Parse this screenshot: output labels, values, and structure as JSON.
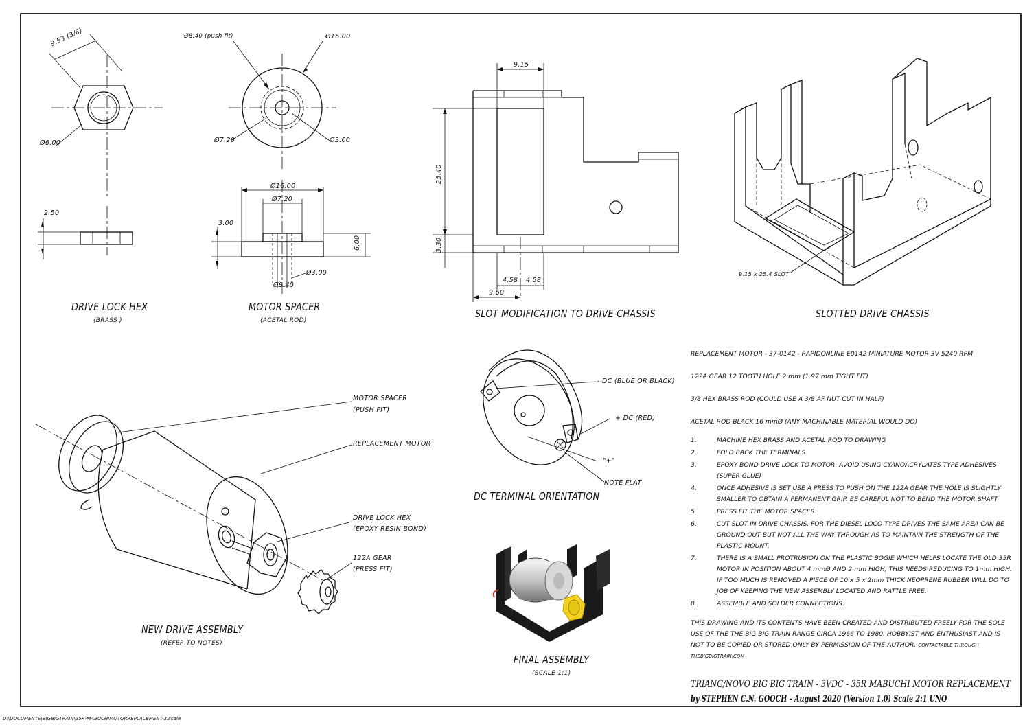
{
  "views": {
    "drive_lock_hex": {
      "title": "DRIVE LOCK HEX",
      "subtitle": "(BRASS )"
    },
    "motor_spacer": {
      "title": "MOTOR SPACER",
      "subtitle": "(ACETAL ROD)"
    },
    "slot_modification": {
      "title": "SLOT MODIFICATION TO DRIVE CHASSIS"
    },
    "slotted_chassis": {
      "title": "SLOTTED DRIVE CHASSIS",
      "slot_label": "9.15 x 25.4 SLOT"
    },
    "new_drive_assembly": {
      "title": "NEW DRIVE ASSEMBLY",
      "subtitle": "(REFER TO NOTES)"
    },
    "dc_terminal": {
      "title": "DC TERMINAL ORIENTATION"
    },
    "final_assembly": {
      "title": "FINAL ASSEMBLY",
      "subtitle": "(SCALE 1:1)"
    }
  },
  "dimensions": {
    "hex_af": "9.53 (3/8)",
    "hex_bore": "Ø6.00",
    "hex_thickness": "2.50",
    "spacer_push_fit": "Ø8.40 (push fit)",
    "spacer_od": "Ø16.00",
    "spacer_inner": "Ø7.20",
    "spacer_bore": "Ø3.00",
    "spacer_od_side": "Ø16.00",
    "spacer_inner_side": "Ø7.20",
    "spacer_step": "3.00",
    "spacer_length": "6.00",
    "spacer_bore_side": "Ø3.00",
    "spacer_fit_side": "Ø8.40",
    "slot_width": "9.15",
    "slot_height": "25.40",
    "slot_base": "3.30",
    "slot_half_a": "4.58",
    "slot_half_b": "4.58",
    "slot_offset": "9.60"
  },
  "callouts": {
    "motor_spacer": "MOTOR SPACER",
    "motor_spacer_fit": "(PUSH FIT)",
    "replacement_motor": "REPLACEMENT MOTOR",
    "drive_lock_hex": "DRIVE LOCK HEX",
    "drive_lock_bond": "(EPOXY RESIN BOND)",
    "gear": "122A GEAR",
    "gear_fit": "(PRESS FIT)",
    "dc_negative": "- DC (BLUE OR BLACK)",
    "dc_positive": "+ DC (RED)",
    "plus_mark": "\"+\"",
    "note_flat": "NOTE FLAT"
  },
  "specs": [
    "REPLACEMENT MOTOR - 37-0142 - RAPIDONLINE E0142 MINIATURE MOTOR 3V 5240 RPM",
    "122A GEAR 12 TOOTH HOLE 2 mm (1.97 mm TIGHT FIT)",
    "3/8 HEX BRASS ROD (COULD USE A 3/8 AF NUT CUT IN HALF)",
    "ACETAL ROD BLACK 16 mmØ (ANY MACHINABLE MATERIAL WOULD DO)"
  ],
  "steps": [
    {
      "num": "1.",
      "text": "MACHINE HEX BRASS AND ACETAL ROD TO DRAWING"
    },
    {
      "num": "2.",
      "text": "FOLD BACK THE TERMINALS"
    },
    {
      "num": "3.",
      "text": "EPOXY BOND DRIVE LOCK TO MOTOR. AVOID USING CYANOACRYLATES TYPE ADHESIVES (SUPER GLUE)"
    },
    {
      "num": "4.",
      "text": "ONCE ADHESIVE IS SET USE A PRESS TO PUSH ON THE 122A GEAR THE HOLE IS SLIGHTLY SMALLER TO OBTAIN A PERMANENT GRIP. BE CAREFUL NOT TO BEND THE MOTOR SHAFT"
    },
    {
      "num": "5.",
      "text": "PRESS FIT THE MOTOR SPACER."
    },
    {
      "num": "6.",
      "text": "CUT SLOT IN DRIVE CHASSIS. FOR THE DIESEL LOCO TYPE DRIVES THE SAME AREA CAN BE GROUND OUT BUT NOT ALL THE WAY THROUGH AS TO MAINTAIN THE STRENGTH OF THE PLASTIC MOUNT."
    },
    {
      "num": "7.",
      "text": "THERE IS A SMALL PROTRUSION ON THE PLASTIC BOGIE WHICH HELPS LOCATE THE OLD 35R MOTOR IN POSITION ABOUT 4 mmØ AND 2 mm HIGH, THIS NEEDS REDUCING TO 1mm HIGH. IF TOO MUCH IS REMOVED A PIECE OF 10 x 5 x 2mm THICK NEOPRENE RUBBER WILL DO TO JOB OF KEEPING THE NEW ASSEMBLY LOCATED AND RATTLE FREE."
    },
    {
      "num": "8.",
      "text": "ASSEMBLE AND SOLDER CONNECTIONS."
    }
  ],
  "disclaimer": "THIS DRAWING AND ITS CONTENTS HAVE BEEN CREATED AND DISTRIBUTED FREELY FOR THE SOLE USE OF THE THE BIG BIG TRAIN RANGE CIRCA 1966 TO 1980. HOBBYIST AND ENTHUSIAST AND IS NOT TO BE COPIED OR STORED ONLY BY PERMISSION OF THE AUTHOR.",
  "contact": "CONTACTABLE THROUGH THEBIGBIGTRAIN.COM",
  "title_block": {
    "line1": "TRIANG/NOVO BIG BIG TRAIN - 3VDC - 35R MABUCHI MOTOR REPLACEMENT",
    "line2": "by STEPHEN C.N. GOOCH - August 2020 (Version 1.0) Scale 2:1 UNO"
  },
  "file_path": "D:\\DOCUMENTS\\BIGBIGTRAIN\\35R-MABUCHIMOTORREPLACEMENT-3.scale",
  "colors": {
    "ink": "#111111",
    "paper": "#ffffff",
    "gear": "#f2d21e",
    "chassis": "#1a1a1a",
    "motor": "#c8c8c8"
  }
}
